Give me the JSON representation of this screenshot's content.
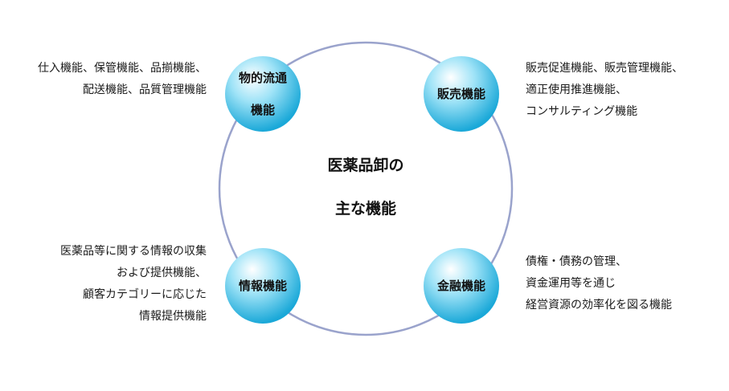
{
  "diagram": {
    "center": {
      "lines": [
        "医薬品卸の",
        "主な機能"
      ]
    },
    "nodes": [
      {
        "id": "logistics",
        "lines": [
          "物的流通",
          "機能"
        ],
        "description": [
          "仕入機能、保管機能、品揃機能、",
          "配送機能、品質管理機能"
        ]
      },
      {
        "id": "sales",
        "lines": [
          "販売機能"
        ],
        "description": [
          "販売促進機能、販売管理機能、",
          "適正使用推進機能、",
          "コンサルティング機能"
        ]
      },
      {
        "id": "information",
        "lines": [
          "情報機能"
        ],
        "description": [
          "医薬品等に関する情報の収集",
          "および提供機能、",
          "顧客カテゴリーに応じた",
          "情報提供機能"
        ]
      },
      {
        "id": "finance",
        "lines": [
          "金融機能"
        ],
        "description": [
          "債権・債務の管理、",
          "資金運用等を通じ",
          "経営資源の効率化を図る機能"
        ]
      }
    ],
    "colors": {
      "ring": "#9aa3cc",
      "sphere_light": "#ffffff",
      "sphere_mid": "#9fe3f7",
      "sphere_dark": "#1aa8d8"
    }
  }
}
